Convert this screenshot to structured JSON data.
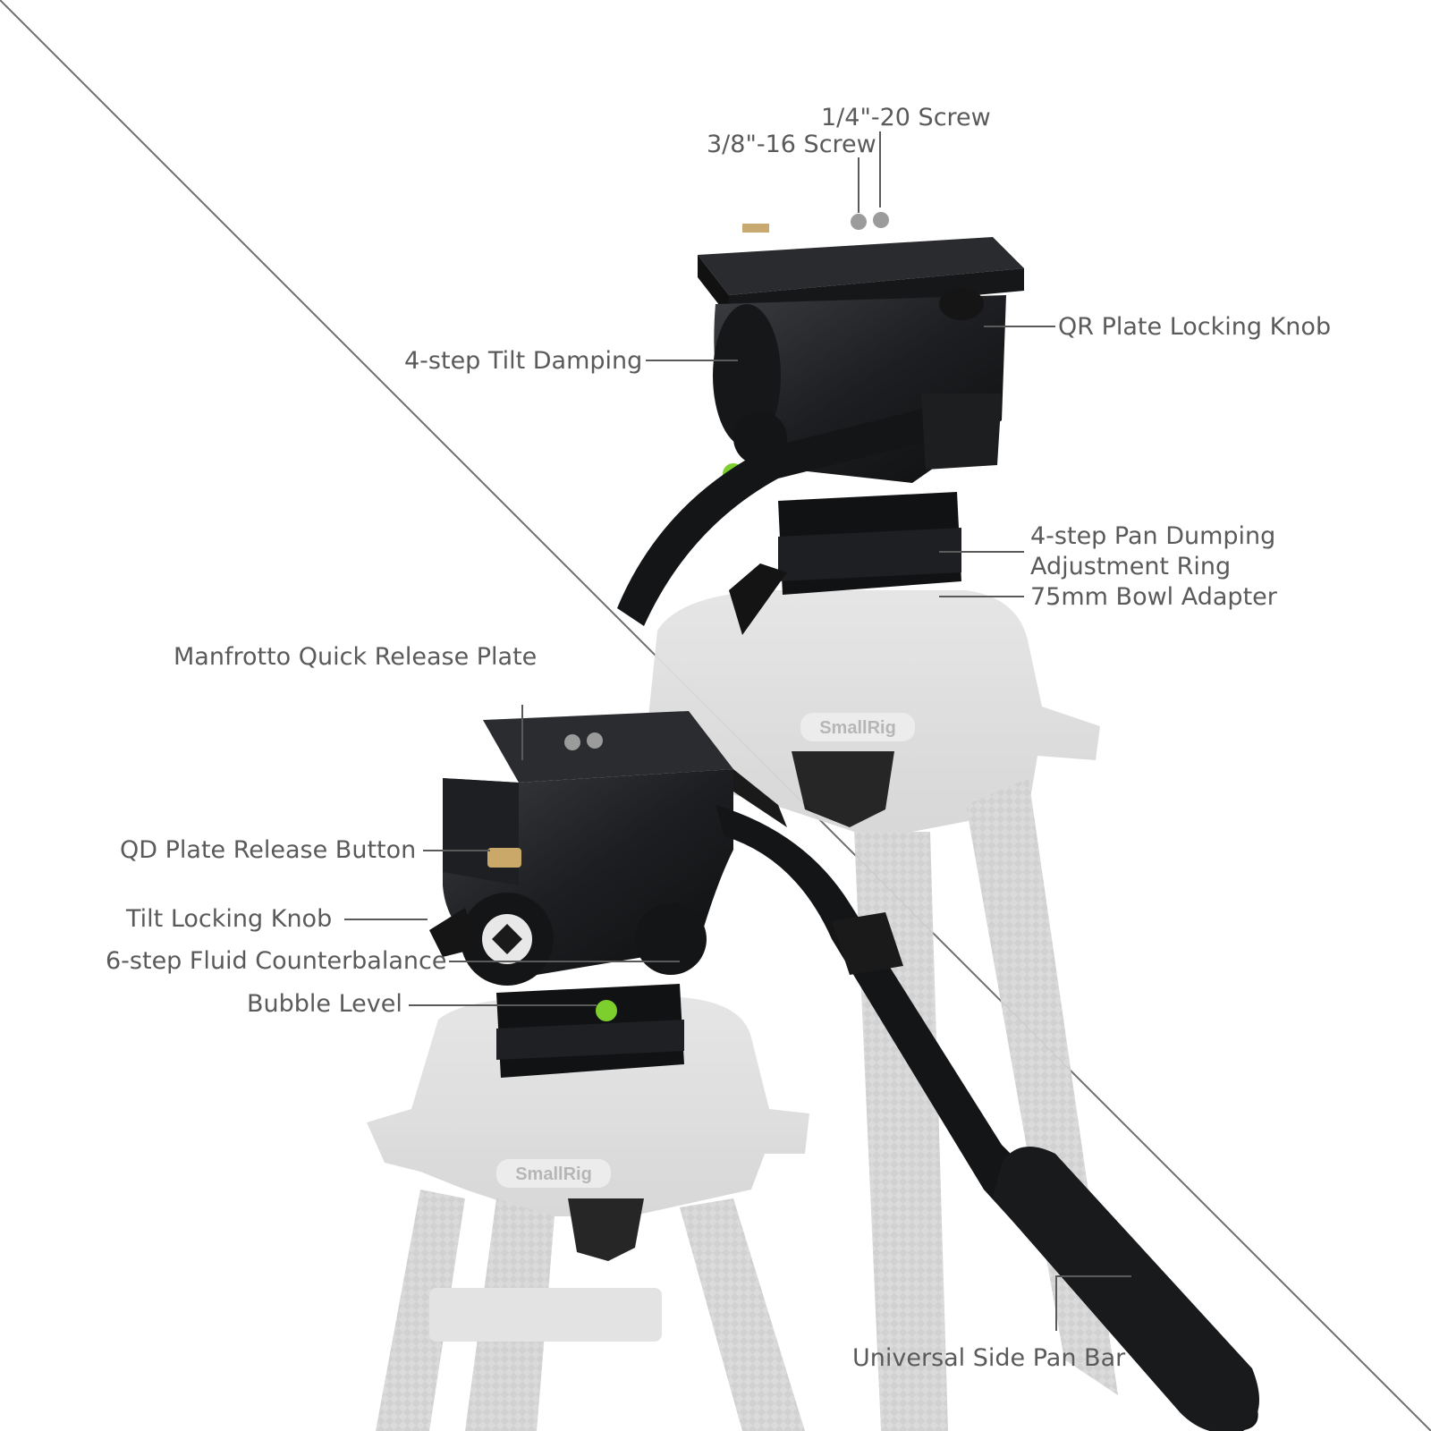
{
  "brand": "SmallRig",
  "callouts": {
    "screw_1_4": "1/4\"-20 Screw",
    "screw_3_8": "3/8\"-16 Screw",
    "qr_plate_knob": "QR Plate Locking Knob",
    "tilt_damping": "4-step Tilt Damping",
    "pan_ring_line1": "4-step Pan Dumping",
    "pan_ring_line2": "Adjustment Ring",
    "bowl_adapter": "75mm Bowl Adapter",
    "manfrotto_plate": "Manfrotto Quick Release Plate",
    "qd_release_button": "QD Plate Release Button",
    "tilt_locking_knob": "Tilt Locking Knob",
    "fluid_counterbalance": "6-step Fluid Counterbalance",
    "bubble_level": "Bubble Level",
    "side_pan_bar": "Universal Side Pan Bar"
  },
  "colors": {
    "background": "#ffffff",
    "label_text": "#5a5a5a",
    "leader_line": "#5a5a5a",
    "head_body": "#1c1d1f",
    "tripod_ghost": "#dcdcdc",
    "bubble_green": "#7ccf2c",
    "release_button": "#c9a86a"
  }
}
